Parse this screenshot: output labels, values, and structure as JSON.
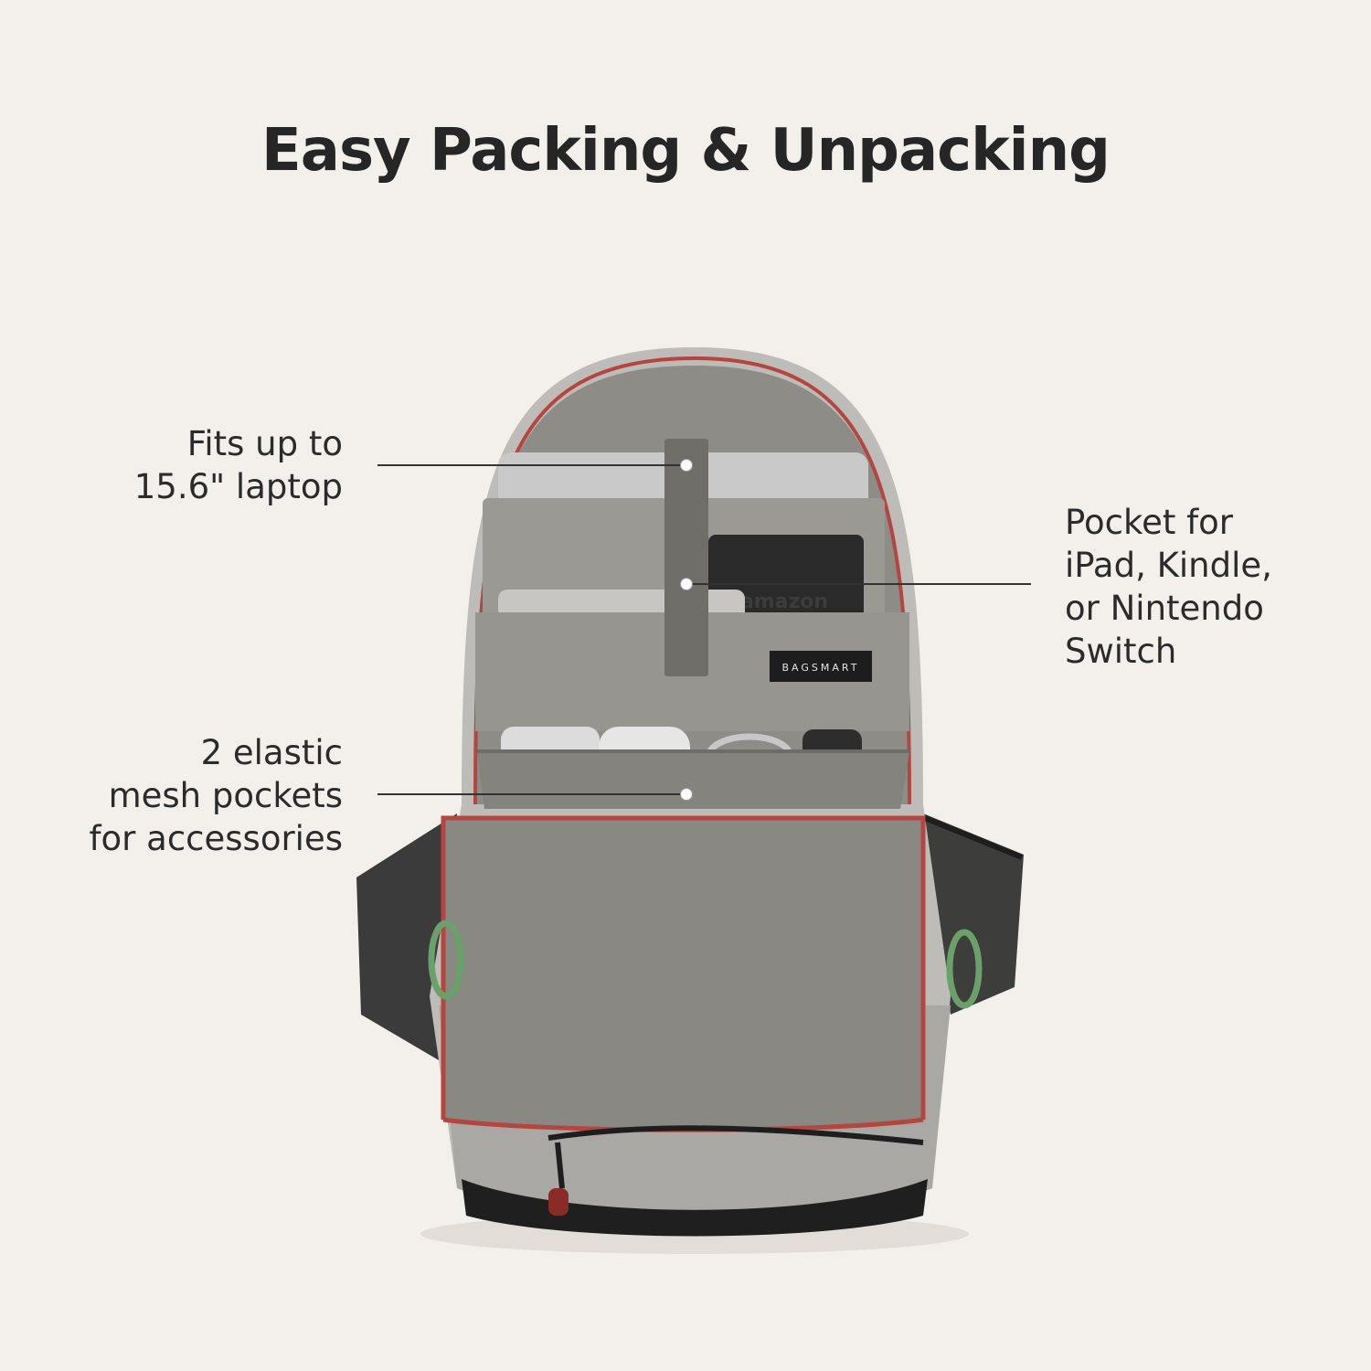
{
  "title": "Easy Packing & Unpacking",
  "callouts": {
    "laptop": {
      "lines": [
        "Fits up to",
        "15.6\" laptop"
      ]
    },
    "pocket": {
      "lines": [
        "Pocket for",
        "iPad, Kindle,",
        "or Nintendo",
        "Switch"
      ]
    },
    "mesh": {
      "lines": [
        "2 elastic",
        "mesh pockets",
        "for accessories"
      ]
    }
  },
  "product_labels": {
    "brand": "BAGSMART",
    "device_brand": "amazon"
  },
  "colors": {
    "background": "#f3f0ec",
    "lining": "#8e8c87",
    "zipper_trim": "#b5453f",
    "accent_green": "#6aa06a"
  }
}
